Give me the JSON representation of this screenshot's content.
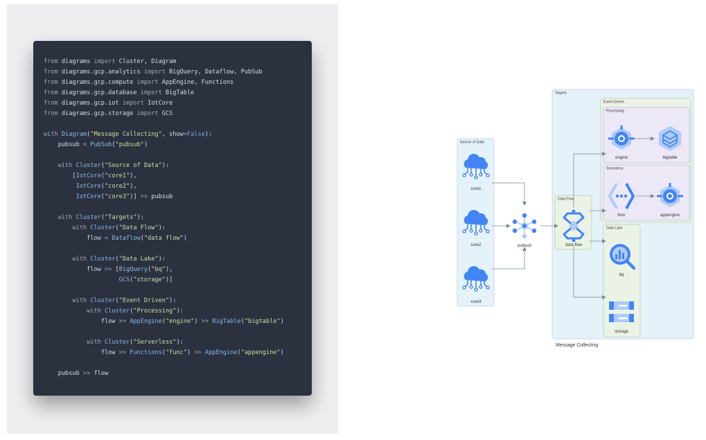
{
  "code_lines": [
    [
      {
        "t": "from",
        "c": "kw"
      },
      {
        "t": " diagrams "
      },
      {
        "t": "import",
        "c": "kw"
      },
      {
        "t": " Cluster, Diagram"
      }
    ],
    [
      {
        "t": "from",
        "c": "kw"
      },
      {
        "t": " diagrams.gcp.analytics "
      },
      {
        "t": "import",
        "c": "kw"
      },
      {
        "t": " BigQuery, Dataflow, PubSub"
      }
    ],
    [
      {
        "t": "from",
        "c": "kw"
      },
      {
        "t": " diagrams.gcp.compute "
      },
      {
        "t": "import",
        "c": "kw"
      },
      {
        "t": " AppEngine, Functions"
      }
    ],
    [
      {
        "t": "from",
        "c": "kw"
      },
      {
        "t": " diagrams.gcp.database "
      },
      {
        "t": "import",
        "c": "kw"
      },
      {
        "t": " BigTable"
      }
    ],
    [
      {
        "t": "from",
        "c": "kw"
      },
      {
        "t": " diagrams.gcp.iot "
      },
      {
        "t": "import",
        "c": "kw"
      },
      {
        "t": " IotCore"
      }
    ],
    [
      {
        "t": "from",
        "c": "kw"
      },
      {
        "t": " diagrams.gcp.storage "
      },
      {
        "t": "import",
        "c": "kw"
      },
      {
        "t": " GCS"
      }
    ],
    [],
    [
      {
        "t": "with",
        "c": "kw"
      },
      {
        "t": " "
      },
      {
        "t": "Diagram",
        "c": "fn"
      },
      {
        "t": "("
      },
      {
        "t": "\"Message Collecting\"",
        "c": "str"
      },
      {
        "t": ", show"
      },
      {
        "t": "=",
        "c": "kw"
      },
      {
        "t": "False",
        "c": "cst"
      },
      {
        "t": "):"
      }
    ],
    [
      {
        "t": "    pubsub "
      },
      {
        "t": "=",
        "c": "kw"
      },
      {
        "t": " "
      },
      {
        "t": "PubSub",
        "c": "fn"
      },
      {
        "t": "("
      },
      {
        "t": "\"pubsub\"",
        "c": "str"
      },
      {
        "t": ")"
      }
    ],
    [],
    [
      {
        "t": "    "
      },
      {
        "t": "with",
        "c": "kw"
      },
      {
        "t": " "
      },
      {
        "t": "Cluster",
        "c": "fn"
      },
      {
        "t": "("
      },
      {
        "t": "\"Source of Data\"",
        "c": "str"
      },
      {
        "t": "):"
      }
    ],
    [
      {
        "t": "        ["
      },
      {
        "t": "IotCore",
        "c": "fn"
      },
      {
        "t": "("
      },
      {
        "t": "\"core1\"",
        "c": "str"
      },
      {
        "t": "),"
      }
    ],
    [
      {
        "t": "         "
      },
      {
        "t": "IotCore",
        "c": "fn"
      },
      {
        "t": "("
      },
      {
        "t": "\"core2\"",
        "c": "str"
      },
      {
        "t": "),"
      }
    ],
    [
      {
        "t": "         "
      },
      {
        "t": "IotCore",
        "c": "fn"
      },
      {
        "t": "("
      },
      {
        "t": "\"core3\"",
        "c": "str"
      },
      {
        "t": ")] "
      },
      {
        "t": ">>",
        "c": "kw"
      },
      {
        "t": " pubsub"
      }
    ],
    [],
    [
      {
        "t": "    "
      },
      {
        "t": "with",
        "c": "kw"
      },
      {
        "t": " "
      },
      {
        "t": "Cluster",
        "c": "fn"
      },
      {
        "t": "("
      },
      {
        "t": "\"Targets\"",
        "c": "str"
      },
      {
        "t": "):"
      }
    ],
    [
      {
        "t": "        "
      },
      {
        "t": "with",
        "c": "kw"
      },
      {
        "t": " "
      },
      {
        "t": "Cluster",
        "c": "fn"
      },
      {
        "t": "("
      },
      {
        "t": "\"Data Flow\"",
        "c": "str"
      },
      {
        "t": "):"
      }
    ],
    [
      {
        "t": "            flow "
      },
      {
        "t": "=",
        "c": "kw"
      },
      {
        "t": " "
      },
      {
        "t": "Dataflow",
        "c": "fn"
      },
      {
        "t": "("
      },
      {
        "t": "\"data flow\"",
        "c": "str"
      },
      {
        "t": ")"
      }
    ],
    [],
    [
      {
        "t": "        "
      },
      {
        "t": "with",
        "c": "kw"
      },
      {
        "t": " "
      },
      {
        "t": "Cluster",
        "c": "fn"
      },
      {
        "t": "("
      },
      {
        "t": "\"Data Lake\"",
        "c": "str"
      },
      {
        "t": "):"
      }
    ],
    [
      {
        "t": "            flow "
      },
      {
        "t": ">>",
        "c": "kw"
      },
      {
        "t": " ["
      },
      {
        "t": "BigQuery",
        "c": "fn"
      },
      {
        "t": "("
      },
      {
        "t": "\"bq\"",
        "c": "str"
      },
      {
        "t": "),"
      }
    ],
    [
      {
        "t": "                     "
      },
      {
        "t": "GCS",
        "c": "fn"
      },
      {
        "t": "("
      },
      {
        "t": "\"storage\"",
        "c": "str"
      },
      {
        "t": ")]"
      }
    ],
    [],
    [
      {
        "t": "        "
      },
      {
        "t": "with",
        "c": "kw"
      },
      {
        "t": " "
      },
      {
        "t": "Cluster",
        "c": "fn"
      },
      {
        "t": "("
      },
      {
        "t": "\"Event Driven\"",
        "c": "str"
      },
      {
        "t": "):"
      }
    ],
    [
      {
        "t": "            "
      },
      {
        "t": "with",
        "c": "kw"
      },
      {
        "t": " "
      },
      {
        "t": "Cluster",
        "c": "fn"
      },
      {
        "t": "("
      },
      {
        "t": "\"Processing\"",
        "c": "str"
      },
      {
        "t": "):"
      }
    ],
    [
      {
        "t": "                flow "
      },
      {
        "t": ">>",
        "c": "kw"
      },
      {
        "t": " "
      },
      {
        "t": "AppEngine",
        "c": "fn"
      },
      {
        "t": "("
      },
      {
        "t": "\"engine\"",
        "c": "str"
      },
      {
        "t": ") "
      },
      {
        "t": ">>",
        "c": "kw"
      },
      {
        "t": " "
      },
      {
        "t": "BigTable",
        "c": "fn"
      },
      {
        "t": "("
      },
      {
        "t": "\"bigtable\"",
        "c": "str"
      },
      {
        "t": ")"
      }
    ],
    [],
    [
      {
        "t": "            "
      },
      {
        "t": "with",
        "c": "kw"
      },
      {
        "t": " "
      },
      {
        "t": "Cluster",
        "c": "fn"
      },
      {
        "t": "("
      },
      {
        "t": "\"Serverless\"",
        "c": "str"
      },
      {
        "t": "):"
      }
    ],
    [
      {
        "t": "                flow "
      },
      {
        "t": ">>",
        "c": "kw"
      },
      {
        "t": " "
      },
      {
        "t": "Functions",
        "c": "fn"
      },
      {
        "t": "("
      },
      {
        "t": "\"func\"",
        "c": "str"
      },
      {
        "t": ") "
      },
      {
        "t": ">>",
        "c": "kw"
      },
      {
        "t": " "
      },
      {
        "t": "AppEngine",
        "c": "fn"
      },
      {
        "t": "("
      },
      {
        "t": "\"appengine\"",
        "c": "str"
      },
      {
        "t": ")"
      }
    ],
    [],
    [
      {
        "t": "    pubsub "
      },
      {
        "t": ">>",
        "c": "kw"
      },
      {
        "t": " flow"
      }
    ]
  ],
  "diagram": {
    "title": "Message Collecting",
    "clusters": {
      "source": "Source of Data",
      "targets": "Targets",
      "data_flow": "Data Flow",
      "event_driven": "Event Driven",
      "processing": "Processing",
      "serverless": "Serverless",
      "data_lake": "Data Lake"
    },
    "nodes": {
      "core1": "core1",
      "core2": "core2",
      "core3": "core3",
      "pubsub": "pubsub",
      "dataflow": "data flow",
      "engine": "engine",
      "bigtable": "bigtable",
      "func": "func",
      "appengine": "appengine",
      "bq": "bq",
      "storage": "storage"
    },
    "colors": {
      "source_fill": "#e5f2fa",
      "targets_fill": "#e5f2fa",
      "data_flow_fill": "#ebf3e7",
      "event_driven_fill": "#ebf3e7",
      "processing_fill": "#ece8f6",
      "data_lake_fill": "#ebf3e7",
      "gcp_blue": "#4285f4",
      "gcp_light_blue": "#aecbfa",
      "edge": "#7b8894"
    }
  }
}
